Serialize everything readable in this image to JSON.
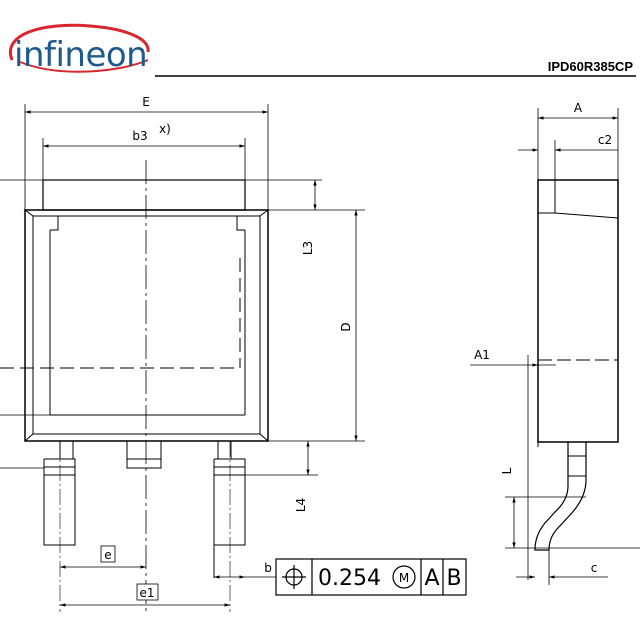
{
  "header": {
    "logo_text": "infineon",
    "part_number": "IPD60R385CP"
  },
  "labels": {
    "E": "E",
    "b3": "b3",
    "b3_note": "x)",
    "L3": "L3",
    "D": "D",
    "L4": "L4",
    "e": "e",
    "e1": "e1",
    "b": "b",
    "A": "A",
    "c2": "c2",
    "A1": "A1",
    "L": "L",
    "c": "c"
  },
  "tolerance_frame": {
    "tolerance_value": "0.254",
    "modifier": "M",
    "datum_1": "A",
    "datum_2": "B"
  },
  "colors": {
    "logo_blue": "#1e5a8c",
    "logo_red": "#d7282f",
    "line": "#000000"
  }
}
